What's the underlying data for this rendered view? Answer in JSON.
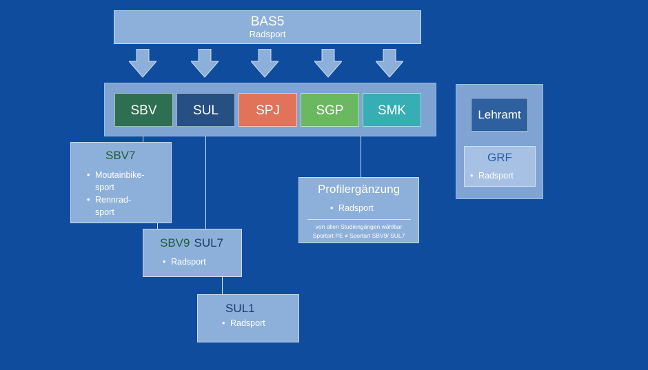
{
  "top": {
    "title": "BAS5",
    "subtitle": "Radsport"
  },
  "modules": [
    {
      "label": "SBV",
      "color": "#2e6f52"
    },
    {
      "label": "SUL",
      "color": "#264f82"
    },
    {
      "label": "SPJ",
      "color": "#e0735a"
    },
    {
      "label": "SGP",
      "color": "#6ab85f"
    },
    {
      "label": "SMK",
      "color": "#36aeb3"
    }
  ],
  "sbv7": {
    "title": "SBV7",
    "items": [
      "Moutainbike-",
      "sport",
      "Rennrad-",
      "sport"
    ]
  },
  "sbv9_sul7": {
    "title_a": "SBV9",
    "title_b": "SUL7",
    "items": [
      "Radsport"
    ]
  },
  "sul1": {
    "title": "SUL1",
    "items": [
      "Radsport"
    ]
  },
  "profil": {
    "title": "Profilergänzung",
    "items": [
      "Radsport"
    ],
    "note_line1": "von allen Studiengängen wählbar",
    "note_line2": "Sportart PE ≠ Sportart SBV9/ SUL7"
  },
  "lehramt": {
    "title": "Lehramt"
  },
  "grf": {
    "title": "GRF",
    "items": [
      "Radsport"
    ]
  },
  "bullet": "•",
  "colors": {
    "background": "#0f4c9e",
    "sbv_text": "#1f5c38",
    "sul_text": "#1a3a6a",
    "grf_text": "#2b5ea3"
  }
}
